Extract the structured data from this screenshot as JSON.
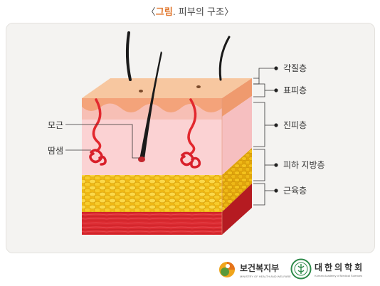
{
  "title": {
    "open": "〈",
    "accent": "그림",
    "rest": ". 피부의 구조",
    "close": "〉"
  },
  "labels": {
    "hair_root": "모근",
    "sweat_gland": "땀샘",
    "stratum_corneum": "각질층",
    "epidermis": "표피층",
    "dermis": "진피층",
    "subcutaneous_fat": "피하 지방층",
    "muscle": "근육층"
  },
  "footer": {
    "ministry_name": "보건복지부",
    "ministry_sub": "MINISTRY OF HEALTH AND WELFARE",
    "academy_name": "대한의학회",
    "academy_sub": "Korean Academy of Medical Sciences"
  },
  "colors": {
    "accent": "#e0752b",
    "epidermis": "#f7b88f",
    "dermis": "#f9c4c6",
    "fat": "#f3c21c",
    "muscle": "#d9282f",
    "gland": "#e2282e"
  }
}
